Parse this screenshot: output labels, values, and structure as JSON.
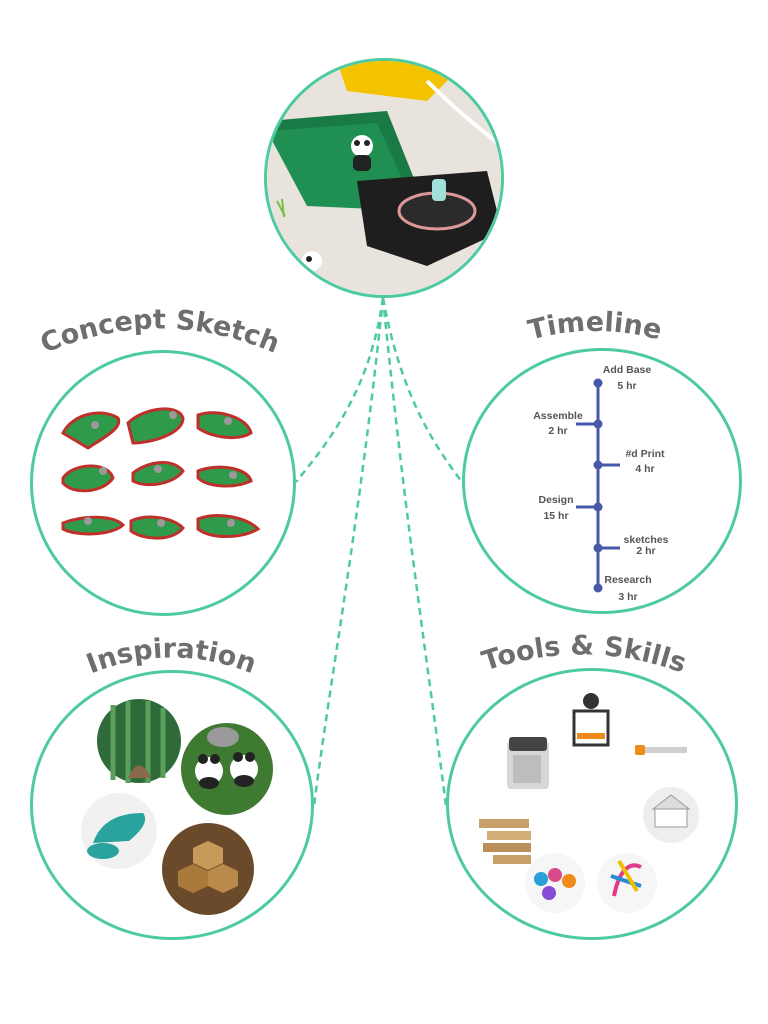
{
  "colors": {
    "ring": "#4dcaa0",
    "connector": "#4dcaa0",
    "timeline": "#4659a8",
    "heading": "#6e6e6e",
    "course_green": "#2e9a4a",
    "course_border": "#c0302a"
  },
  "sections": {
    "concept": {
      "title": "Concept Sketch"
    },
    "timeline": {
      "title": "Timeline"
    },
    "inspiration": {
      "title": "Inspiration"
    },
    "tools": {
      "title": "Tools & Skills"
    }
  },
  "timeline_steps": [
    {
      "label": "Add Base",
      "hours": "5 hr",
      "side": "right"
    },
    {
      "label": "Assemble",
      "hours": "2 hr",
      "side": "left"
    },
    {
      "label": "#d Print",
      "hours": "4 hr",
      "side": "right"
    },
    {
      "label": "Design",
      "hours": "15 hr",
      "side": "left"
    },
    {
      "label": "sketches",
      "hours": "2 hr",
      "side": "right"
    },
    {
      "label": "Research",
      "hours": "3 hr",
      "side": "right"
    }
  ],
  "images": {
    "hero": "hero-minigolf-photo",
    "inspiration": [
      "bamboo-forest-photo",
      "panda-figurines-photo",
      "mini-golf-model-photo",
      "hex-board-game-photo"
    ],
    "tools": [
      "3d-printer-photo",
      "box-3d-printer-photo",
      "hand-saw-photo",
      "wood-planks-photo",
      "model-house-photo",
      "printed-figures-photo",
      "pipe-cleaner-art-photo"
    ]
  }
}
